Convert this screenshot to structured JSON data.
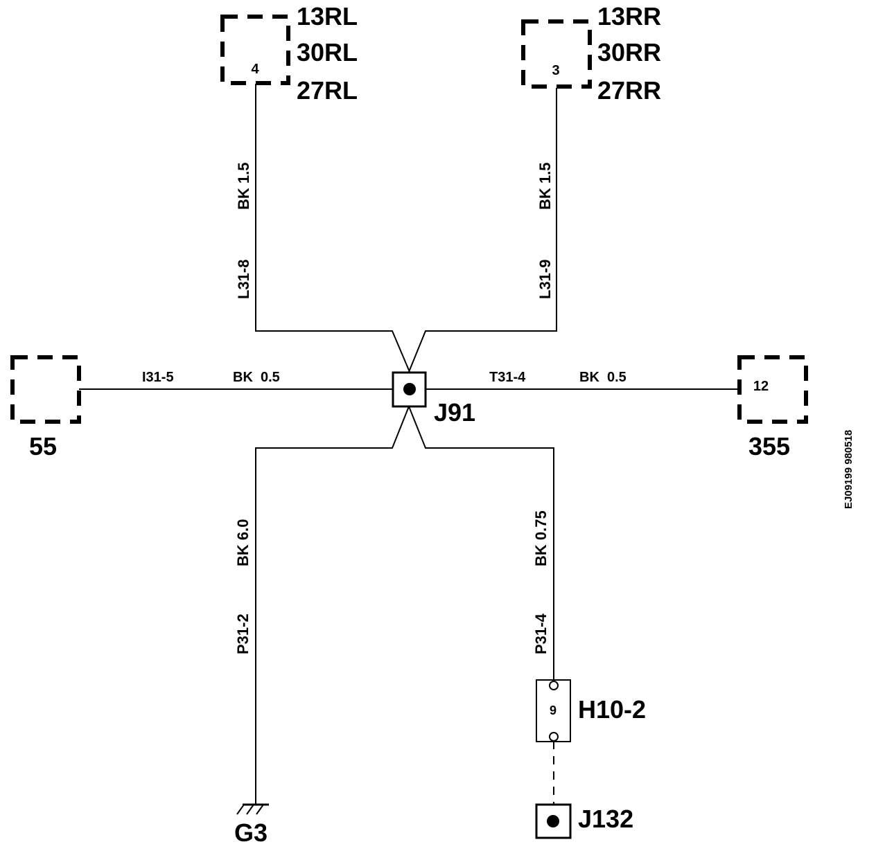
{
  "connectors": {
    "rl": {
      "pin": "4",
      "labels": [
        "13RL",
        "30RL",
        "27RL"
      ]
    },
    "rr": {
      "pin": "3",
      "labels": [
        "13RR",
        "30RR",
        "27RR"
      ]
    },
    "left": {
      "pin": "",
      "label": "55"
    },
    "right": {
      "pin": "12",
      "label": "355"
    },
    "h10": {
      "pin": "9",
      "label": "H10-2"
    }
  },
  "splice": {
    "main": "J91",
    "lower": "J132"
  },
  "ground": {
    "label": "G3"
  },
  "wires": {
    "rl": {
      "circuit": "L31-8",
      "spec": "BK 1.5"
    },
    "rr": {
      "circuit": "L31-9",
      "spec": "BK 1.5"
    },
    "left": {
      "circuit": "I31-5",
      "spec": "BK  0.5"
    },
    "right": {
      "circuit": "T31-4",
      "spec": "BK  0.5"
    },
    "ground": {
      "circuit": "P31-2",
      "spec": "BK 6.0"
    },
    "h10": {
      "circuit": "P31-4",
      "spec": "BK 0.75"
    }
  },
  "drawing_id": "EJ09199 980518"
}
